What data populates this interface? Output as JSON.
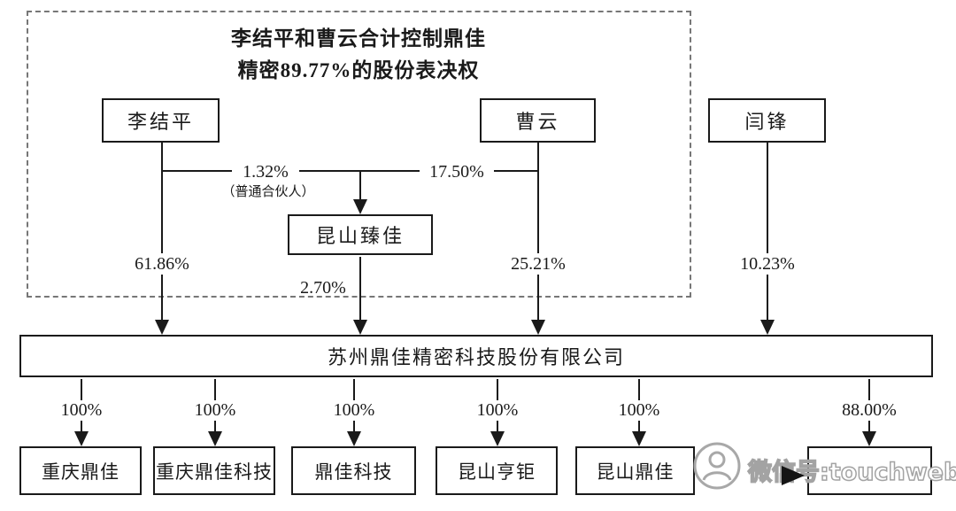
{
  "control_note": {
    "line1": "李结平和曹云合计控制鼎佳",
    "line2": "精密89.77%的股份表决权"
  },
  "persons": [
    {
      "name": "李结平",
      "stake_pct": "61.86%"
    },
    {
      "name": "曹云",
      "stake_pct": "25.21%"
    },
    {
      "name": "闫锋",
      "stake_pct": "10.23%"
    }
  ],
  "partnership": {
    "name": "昆山臻佳",
    "gp_pct": "1.32%",
    "gp_role": "（普通合伙人）",
    "lp_pct": "17.50%",
    "stake_in_company_pct": "2.70%"
  },
  "company": {
    "name": "苏州鼎佳精密科技股份有限公司"
  },
  "subsidiaries": [
    {
      "name": "重庆鼎佳",
      "pct": "100%"
    },
    {
      "name": "重庆鼎佳科技",
      "pct": "100%"
    },
    {
      "name": "鼎佳科技",
      "pct": "100%"
    },
    {
      "name": "昆山亨钜",
      "pct": "100%"
    },
    {
      "name": "昆山鼎佳",
      "pct": "100%"
    },
    {
      "name": "",
      "pct": "88.00%"
    }
  ],
  "watermark": {
    "text": "微信号:touchweb",
    "icon": "contact-person-icon"
  },
  "colors": {
    "line": "#1a1a1a",
    "dashed_border": "#777777",
    "watermark": "#a3a3a3",
    "background": "#ffffff"
  }
}
